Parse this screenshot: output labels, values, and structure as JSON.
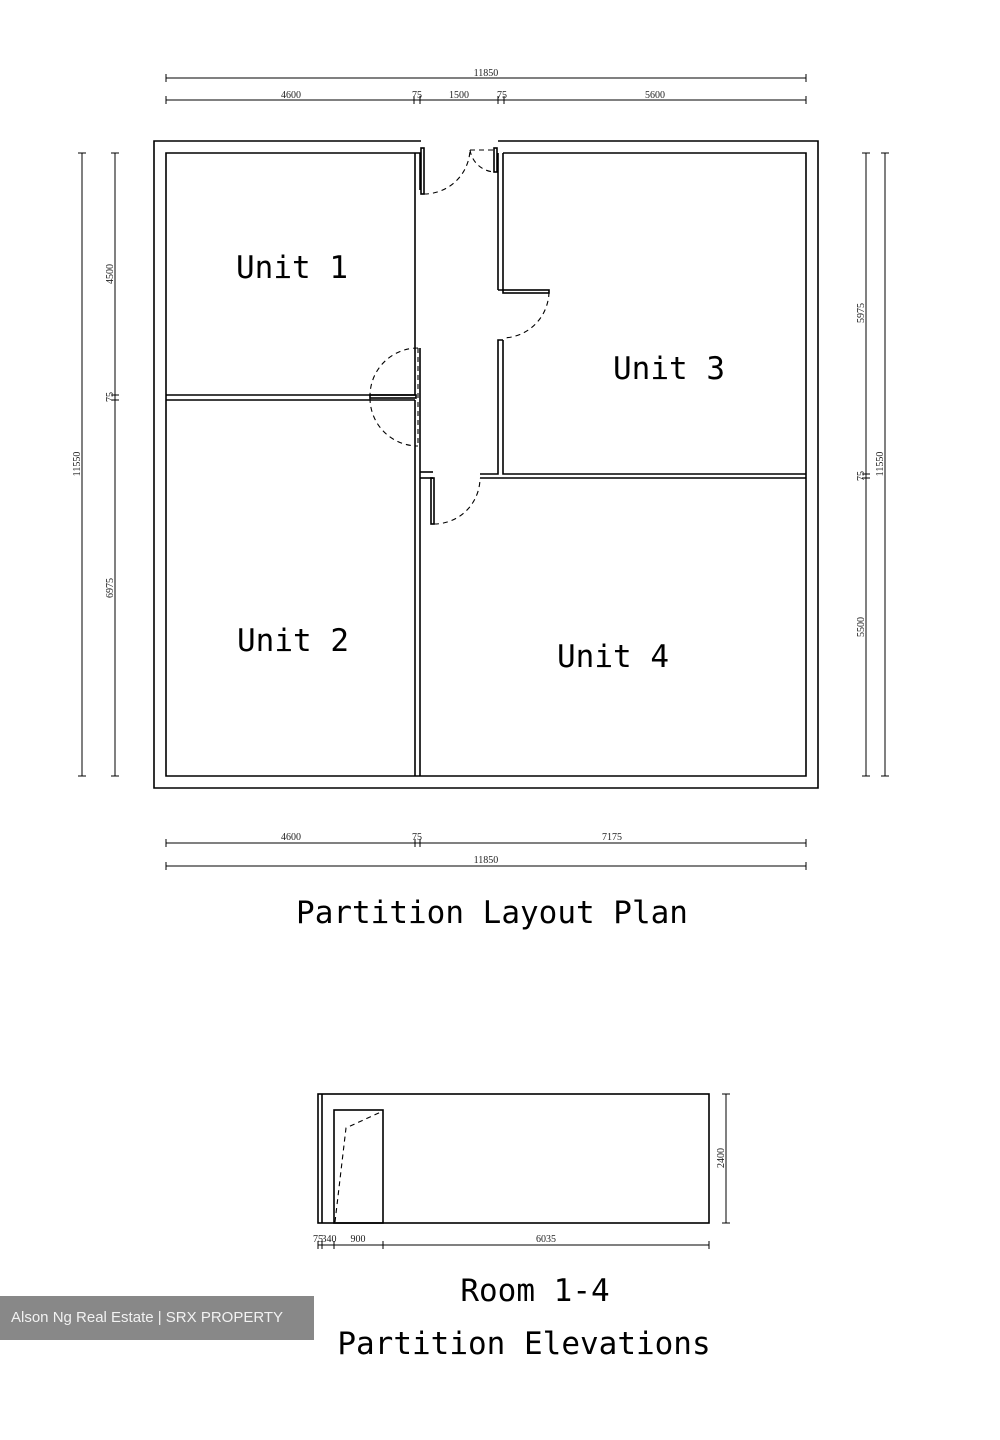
{
  "plan": {
    "title": "Partition Layout Plan",
    "units": [
      "Unit 1",
      "Unit 2",
      "Unit 3",
      "Unit 4"
    ],
    "dims_top_total": "11850",
    "dims_top": [
      "4600",
      "75",
      "1500",
      "75",
      "5600"
    ],
    "dims_bottom": [
      "4600",
      "75",
      "7175"
    ],
    "dims_bottom_total": "11850",
    "dims_left_total": "11550",
    "dims_left": [
      "4500",
      "75",
      "6975"
    ],
    "dims_right": [
      "5975",
      "75",
      "5500"
    ],
    "dims_right_total": "11550"
  },
  "elevation": {
    "title_line1": "Room 1-4",
    "title_line2": "Partition Elevations",
    "dims_bottom": [
      "75",
      "340",
      "900",
      "6035"
    ],
    "dim_height": "2400"
  },
  "watermark": "Alson Ng Real Estate | SRX PROPERTY"
}
